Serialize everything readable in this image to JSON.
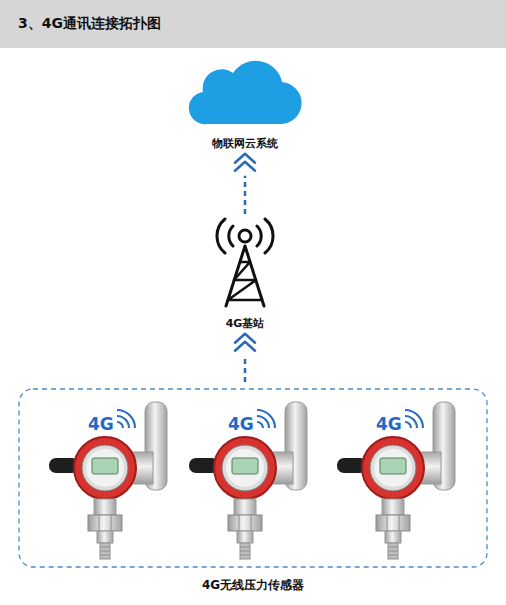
{
  "diagram": {
    "title": "3、4G通讯连接拓扑图",
    "nodes": [
      {
        "text": [
          "物联网云系统"
        ]
      },
      {
        "text": [
          "4G基站"
        ]
      },
      {
        "text": [
          "4G无线压力传感器"
        ]
      },
      {
        "text": [
          "4G"
        ],
        "in": 2
      },
      {
        "text": [
          "4G"
        ],
        "in": 2
      },
      {
        "text": [
          "4G"
        ],
        "in": 2
      }
    ],
    "edges": [
      {
        "from": 1,
        "to": 0,
        "arrow": "to"
      },
      {
        "from": 2,
        "to": 1,
        "arrow": "to"
      }
    ]
  }
}
